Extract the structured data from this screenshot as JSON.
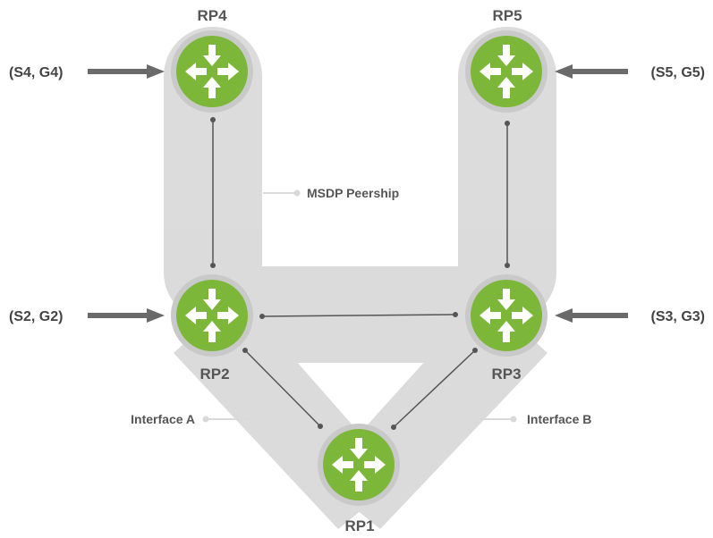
{
  "routers": {
    "rp1": "RP1",
    "rp2": "RP2",
    "rp3": "RP3",
    "rp4": "RP4",
    "rp5": "RP5"
  },
  "sources": {
    "s4g4": "(S4, G4)",
    "s5g5": "(S5, G5)",
    "s2g2": "(S2, G2)",
    "s3g3": "(S3, G3)"
  },
  "annotations": {
    "msdp": "MSDP Peership",
    "interface_a": "Interface A",
    "interface_b": "Interface B"
  },
  "colors": {
    "router_green": "#7cb73a",
    "router_ring": "#c8c8c8",
    "band": "#d9d9d9",
    "arrow": "#666666",
    "link": "#555555"
  },
  "icons": {
    "router": "router-arrows-icon"
  }
}
